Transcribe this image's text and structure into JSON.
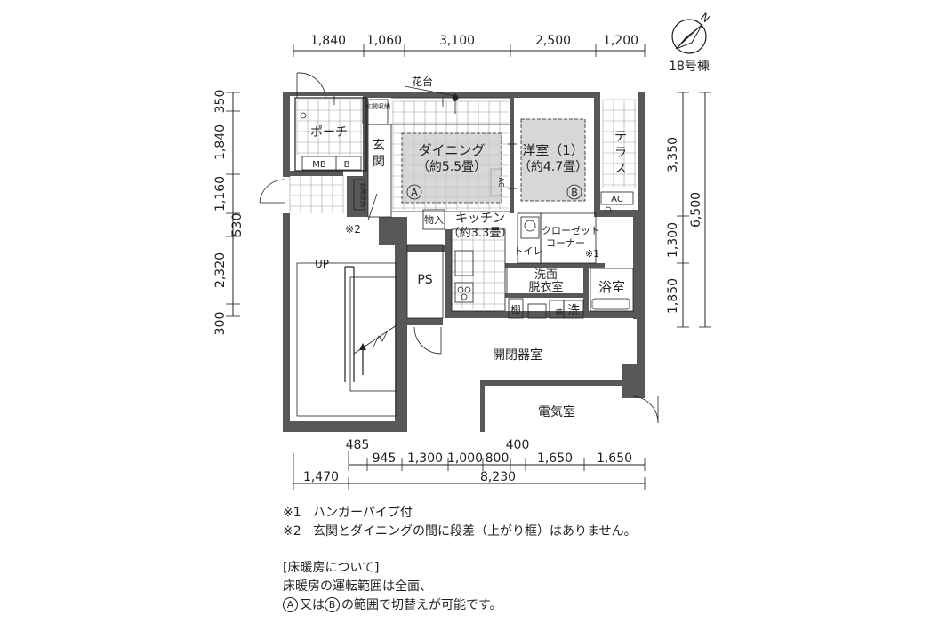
{
  "building": "18号棟",
  "compass_letter": "N",
  "dims_top": [
    "1,840",
    "1,060",
    "3,100",
    "2,500",
    "1,200"
  ],
  "dims_left": [
    "350",
    "1,840",
    "1,160",
    "530",
    "2,320",
    "300"
  ],
  "dims_right": [
    "3,350",
    "1,300",
    "1,850"
  ],
  "dims_right_total": "6,500",
  "dims_bottom_upper": [
    "485",
    "400"
  ],
  "dims_bottom_mid": [
    "945",
    "1,300",
    "1,000",
    "800",
    "1,650",
    "1,650"
  ],
  "dims_bottom_low": [
    "1,470",
    "8,230"
  ],
  "rooms": {
    "flower": "花台",
    "porch": "ポーチ",
    "mb": "MB",
    "b": "B",
    "genkan": "玄関",
    "genkan_storage_1": "玄関収納",
    "genkan_storage_2": "玄関収納",
    "dining_name": "ダイニング",
    "dining_size": "（約5.5畳）",
    "western_name": "洋室（1）",
    "western_size": "（約4.7畳）",
    "terrace": "テラス",
    "ac_1": "AC",
    "ac_2": "AC",
    "marker_a": "A",
    "marker_b": "B",
    "monoire": "物入",
    "kitchen_name": "キッチン",
    "kitchen_size": "（約3.3畳）",
    "toilet": "トイレ",
    "closet_1": "クローゼット",
    "closet_2": "コーナー",
    "note_mark_1": "※1",
    "note_mark_2": "※2",
    "ps": "PS",
    "up": "UP",
    "washroom_1": "洗面",
    "washroom_2": "脱衣室",
    "bath": "浴室",
    "shelf": "棚",
    "wash": "洗",
    "kaiheiki": "開閉器室",
    "denki": "電気室"
  },
  "notes": {
    "n1_mark": "※1",
    "n1_text": "ハンガーパイプ付",
    "n2_mark": "※2",
    "n2_text": "玄関とダイニングの間に段差（上がり框）はありません。",
    "heating_title": "[床暖房について]",
    "heating_line1": "床暖房の運転範囲は全面、",
    "heating_a": "A",
    "heating_mid": "又は",
    "heating_b": "B",
    "heating_end": "の範囲で切替えが可能です。"
  }
}
